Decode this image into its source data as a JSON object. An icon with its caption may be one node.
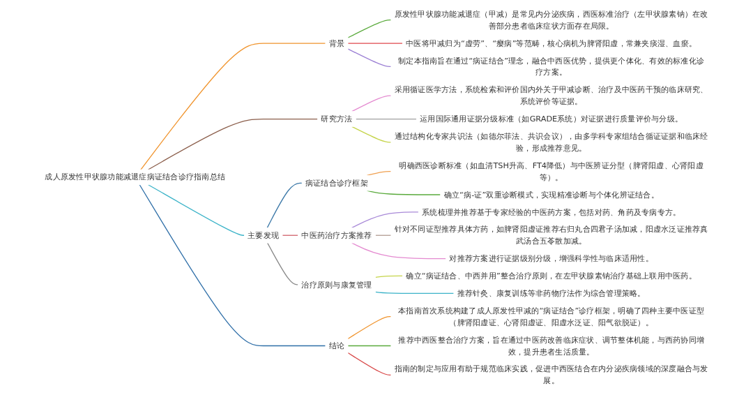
{
  "diagram": {
    "nodes": [
      {
        "text": [
          "成人原发性甲状腺功能减退症病证结合诊疗指南总结"
        ]
      },
      {
        "text": [
          "背景"
        ]
      },
      {
        "text": [
          "原发性甲状腺功能减退症（甲减）是常见内分泌疾病，西医标准治疗（左甲状腺素钠）在改善部分患者临床症状方面存在局限。"
        ]
      },
      {
        "text": [
          "中医将甲减归为“虚劳”、“瘿病”等范畴，核心病机为脾肾阳虚，常兼夹痰湿、血瘀。"
        ]
      },
      {
        "text": [
          "制定本指南旨在通过“病证结合”理念，融合中西医优势，提供更个体化、有效的标准化诊疗方案。"
        ]
      },
      {
        "text": [
          "研究方法"
        ]
      },
      {
        "text": [
          "采用循证医学方法，系统检索和评价国内外关于甲减诊断、治疗及中医药干预的临床研究、系统评价等证据。"
        ]
      },
      {
        "text": [
          "运用国际通用证据分级标准（如GRADE系统）对证据进行质量评价与分级。"
        ]
      },
      {
        "text": [
          "通过结构化专家共识法（如德尔菲法、共识会议），由多学科专家组结合循证证据和临床经验，形成推荐意见。"
        ]
      },
      {
        "text": [
          "主要发现"
        ]
      },
      {
        "text": [
          "病证结合诊疗框架"
        ]
      },
      {
        "text": [
          "明确西医诊断标准（如血清TSH升高、FT4降低）与中医辨证分型（脾肾阳虚、心肾阳虚等）。"
        ]
      },
      {
        "text": [
          "确立“病-证”双重诊断模式，实现精准诊断与个体化辨证结合。"
        ]
      },
      {
        "text": [
          "中医药治疗方案推荐"
        ]
      },
      {
        "text": [
          "系统梳理并推荐基于专家经验的中医药方案，包括对药、角药及专病专方。"
        ]
      },
      {
        "text": [
          "针对不同证型推荐具体方药，如脾肾阳虚证推荐右归丸合四君子汤加减，阳虚水泛证推荐真武汤合五苓散加减。"
        ]
      },
      {
        "text": [
          "对推荐方案进行证据级别分级，增强科学性与临床适用性。"
        ]
      },
      {
        "text": [
          "治疗原则与康复管理"
        ]
      },
      {
        "text": [
          "确立“病证结合、中西并用”整合治疗原则，在左甲状腺素钠治疗基础上联用中医药。"
        ]
      },
      {
        "text": [
          "推荐针灸、康复训练等非药物疗法作为综合管理策略。"
        ]
      },
      {
        "text": [
          "结论"
        ]
      },
      {
        "text": [
          "本指南首次系统构建了成人原发性甲减的“病证结合”诊疗框架，明确了四种主要中医证型（脾肾阳虚证、心肾阳虚证、阳虚水泛证、阳气欲脱证）。"
        ]
      },
      {
        "text": [
          "推荐中西医整合治疗方案，旨在通过中医药改善临床症状、调节整体机能，与西药协同增效，提升患者生活质量。"
        ]
      },
      {
        "text": [
          "指南的制定与应用有助于规范临床实践，促进中西医结合在内分泌疾病领域的深度融合与发展。"
        ]
      }
    ],
    "edges": [
      {
        "from": 0,
        "to": 1,
        "arrow": "none",
        "color": "#f0932b"
      },
      {
        "from": 1,
        "to": 2,
        "arrow": "none",
        "color": "#5aaa3c"
      },
      {
        "from": 1,
        "to": 3,
        "arrow": "none",
        "color": "#e0474c"
      },
      {
        "from": 1,
        "to": 4,
        "arrow": "none",
        "color": "#9b7fd4"
      },
      {
        "from": 0,
        "to": 5,
        "arrow": "none",
        "color": "#8b5e4b"
      },
      {
        "from": 5,
        "to": 6,
        "arrow": "none",
        "color": "#e48ad0"
      },
      {
        "from": 5,
        "to": 7,
        "arrow": "none",
        "color": "#a0a0a0"
      },
      {
        "from": 5,
        "to": 8,
        "arrow": "none",
        "color": "#c5d44a"
      },
      {
        "from": 0,
        "to": 9,
        "arrow": "none",
        "color": "#3bb3c8"
      },
      {
        "from": 9,
        "to": 10,
        "arrow": "none",
        "color": "#3b78a8"
      },
      {
        "from": 10,
        "to": 11,
        "arrow": "none",
        "color": "#f0a050"
      },
      {
        "from": 10,
        "to": 12,
        "arrow": "none",
        "color": "#5aaa3c"
      },
      {
        "from": 9,
        "to": 13,
        "arrow": "none",
        "color": "#d0606a"
      },
      {
        "from": 13,
        "to": 14,
        "arrow": "none",
        "color": "#a98ad8"
      },
      {
        "from": 13,
        "to": 15,
        "arrow": "none",
        "color": "#b09a90"
      },
      {
        "from": 13,
        "to": 16,
        "arrow": "none",
        "color": "#e48ad0"
      },
      {
        "from": 9,
        "to": 17,
        "arrow": "none",
        "color": "#888888"
      },
      {
        "from": 17,
        "to": 18,
        "arrow": "none",
        "color": "#c5d44a"
      },
      {
        "from": 17,
        "to": 19,
        "arrow": "none",
        "color": "#3bb3c8"
      },
      {
        "from": 0,
        "to": 20,
        "arrow": "none",
        "color": "#2f6fa8"
      },
      {
        "from": 20,
        "to": 21,
        "arrow": "none",
        "color": "#f0932b"
      },
      {
        "from": 20,
        "to": 22,
        "arrow": "none",
        "color": "#5aaa3c"
      },
      {
        "from": 20,
        "to": 23,
        "arrow": "none",
        "color": "#d84848"
      }
    ]
  }
}
